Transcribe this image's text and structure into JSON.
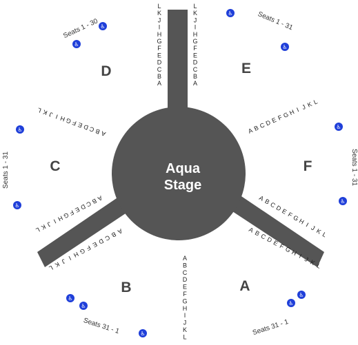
{
  "stage": {
    "line1": "Aqua",
    "line2": "Stage",
    "color": "#555555"
  },
  "sections": {
    "a": "A",
    "b": "B",
    "c": "C",
    "d": "D",
    "e": "E",
    "f": "F"
  },
  "seats": {
    "a": "Seats 31 - 1",
    "b": "Seats 31 - 1",
    "c": "Seats 1 - 31",
    "d": "Seats 1 - 30",
    "e": "Seats 1 - 31",
    "f": "Seats 1 - 31"
  },
  "rows": {
    "top_left": "LKJIHGFEDCBA",
    "top_right": "LKJIHGFEDCBA",
    "bottom": "ABCDEFGHIJKL",
    "upper_left": "ABCDEFGHIJKL",
    "lower_left_upper": "ABCDEFGHIJKL",
    "lower_left_lower": "ABCDEFGHIJKL",
    "upper_right": "ABCDEFGHIJKL",
    "lower_right_upper": "ABCDEFGHIJKL",
    "lower_right_lower": "ABCDEFGHIJKL"
  },
  "icons": {
    "wheelchair": "wheelchair-icon",
    "wheelchair_color": "#1f3fd9"
  }
}
